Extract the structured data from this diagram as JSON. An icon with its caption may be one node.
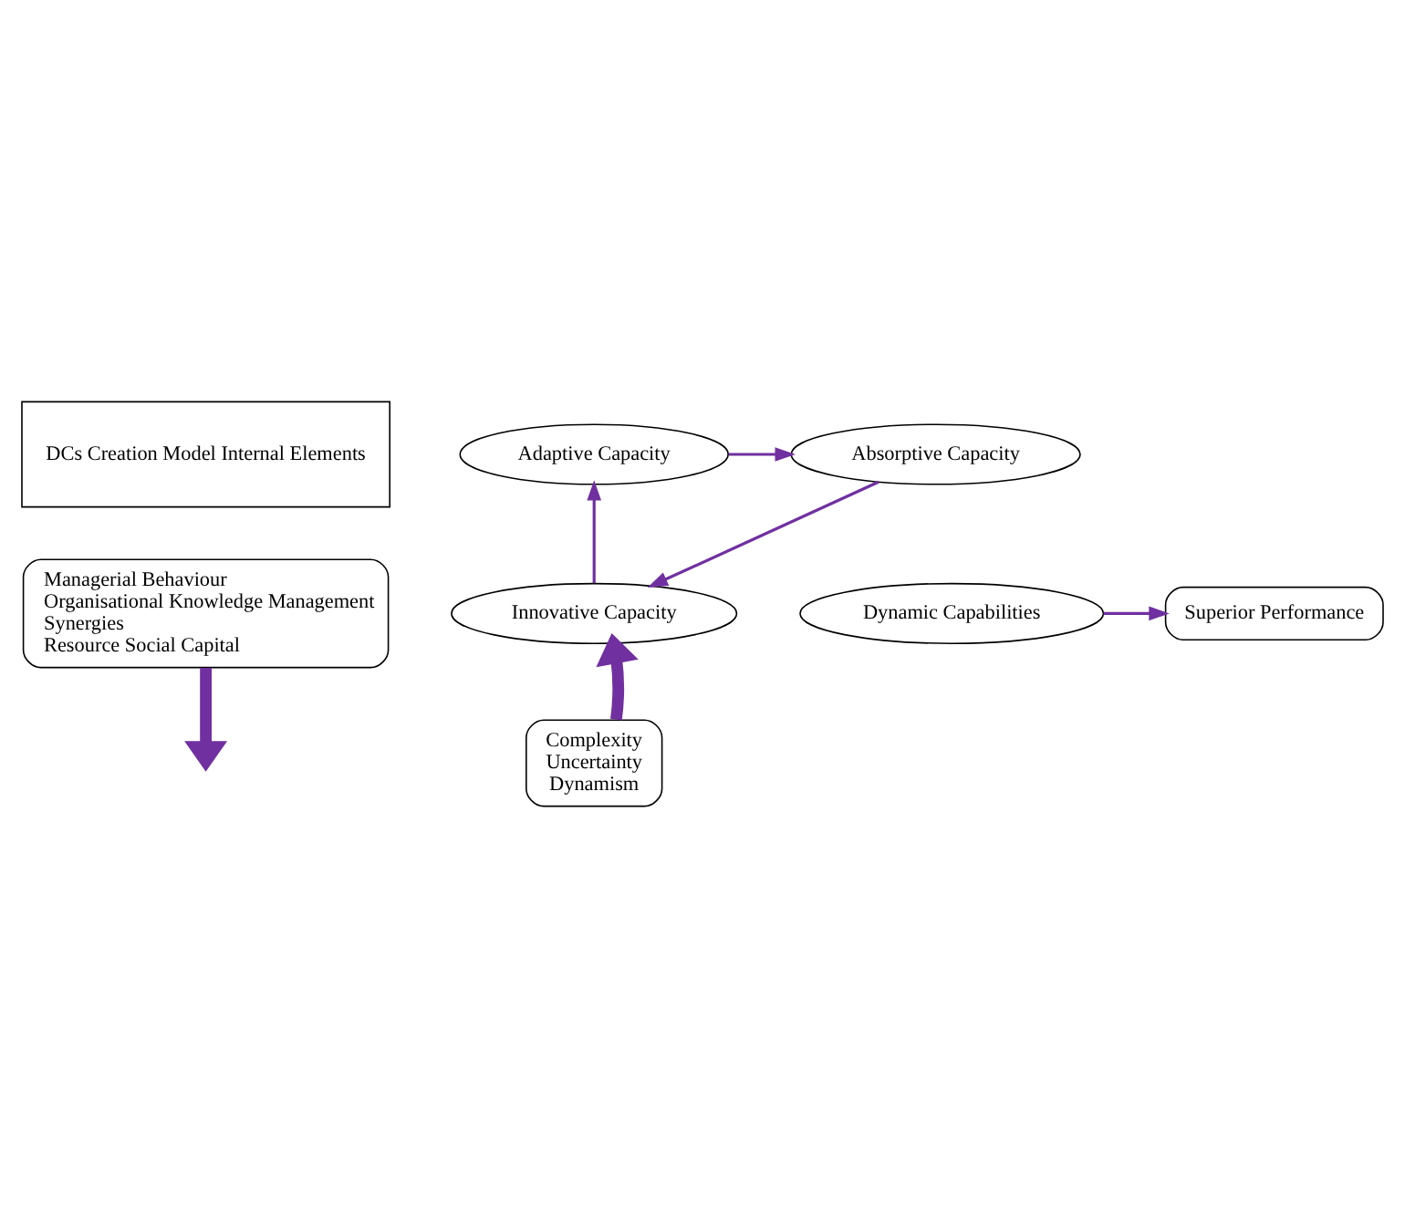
{
  "diagram": {
    "nodes": [
      {
        "text": [
          "DCs Creation Model Internal Elements"
        ]
      },
      {
        "text": [
          "Managerial Behaviour",
          "Organisational Knowledge Management",
          "Synergies",
          "Resource Social Capital"
        ]
      },
      {
        "text": [
          "Adaptive Capacity"
        ]
      },
      {
        "text": [
          "Absorptive Capacity"
        ]
      },
      {
        "text": [
          "Innovative Capacity"
        ]
      },
      {
        "text": [
          "Dynamic Capabilities"
        ]
      },
      {
        "text": [
          "Superior Performance"
        ]
      },
      {
        "text": [
          "Complexity",
          "Uncertainty",
          "Dynamism"
        ]
      }
    ],
    "edges": [
      {
        "from": 1,
        "to": null,
        "arrow": "to",
        "style": "thick"
      },
      {
        "from": 2,
        "to": 3,
        "arrow": "to"
      },
      {
        "from": 3,
        "to": 4,
        "arrow": "to"
      },
      {
        "from": 4,
        "to": 2,
        "arrow": "to"
      },
      {
        "from": 7,
        "to": 4,
        "arrow": "to",
        "style": "thick"
      },
      {
        "from": 5,
        "to": 6,
        "arrow": "to"
      }
    ]
  }
}
